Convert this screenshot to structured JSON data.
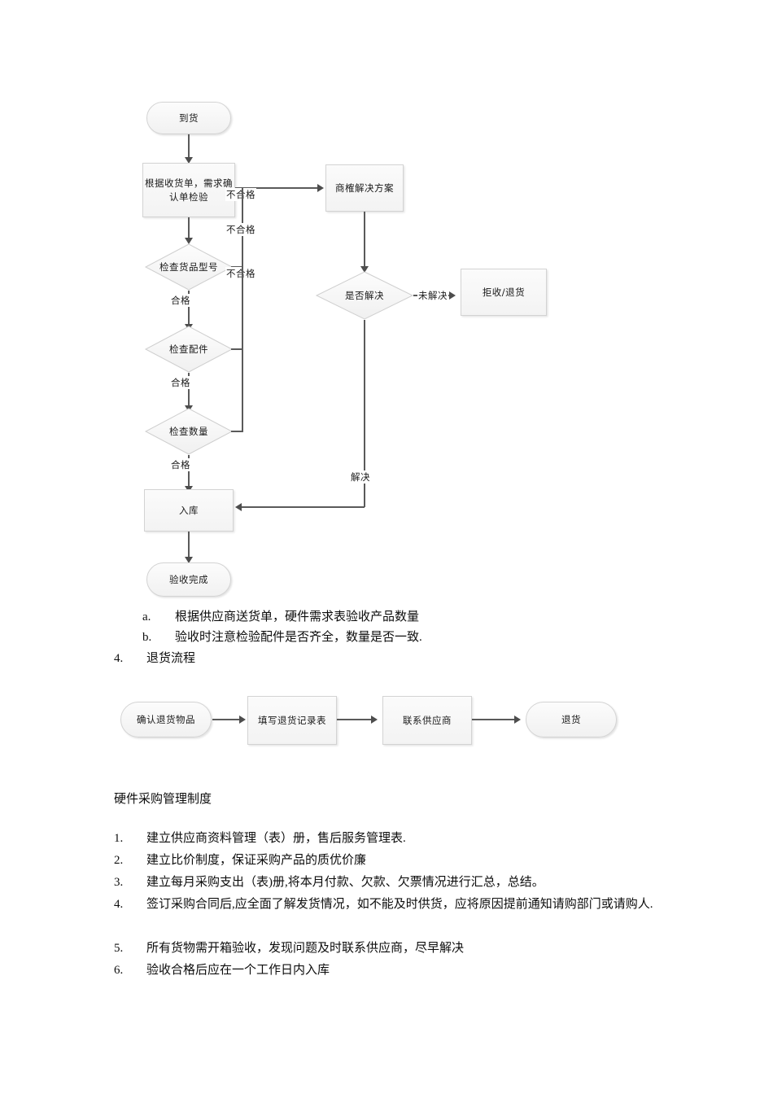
{
  "document": {
    "receiving_flowchart": {
      "name": "hardware-receiving-inspection-flowchart",
      "nodes": {
        "arrival": "到货",
        "inspect_by_docs": "根据收货单，需求确认单检验",
        "check_model": "检查货品型号",
        "check_parts": "检查配件",
        "check_qty": "检查数量",
        "warehouse_in": "入库",
        "accept_done": "验收完成",
        "negotiate": "商榷解决方案",
        "is_resolved": "是否解决",
        "reject_return": "拒收/退货"
      },
      "edge_labels": {
        "fail_1": "不合格",
        "fail_2": "不合格",
        "fail_3": "不合格",
        "pass_1": "合格",
        "pass_2": "合格",
        "pass_3": "合格",
        "unresolved": "未解决",
        "resolved": "解决"
      }
    },
    "sublist": [
      {
        "marker": "a.",
        "text": "根据供应商送货单，硬件需求表验收产品数量"
      },
      {
        "marker": "b.",
        "text": "验收时注意检验配件是否齐全，数量是否一致."
      }
    ],
    "section_item": {
      "marker": "4.",
      "text": "退货流程"
    },
    "return_flowchart": {
      "name": "return-process-flowchart",
      "nodes": {
        "confirm_goods": "确认退货物品",
        "fill_form": "填写退货记录表",
        "contact_supplier": "联系供应商",
        "return_goods": "退货"
      }
    },
    "policy_heading": "硬件采购管理制度",
    "policy_list": [
      {
        "marker": "1.",
        "text": "建立供应商资料管理（表）册，售后服务管理表."
      },
      {
        "marker": "2.",
        "text": "建立比价制度，保证采购产品的质优价廉"
      },
      {
        "marker": "3.",
        "text": "建立每月采购支出（表)册,将本月付款、欠款、欠票情况进行汇总，总结。"
      },
      {
        "marker": "4.",
        "text": "签订采购合同后,应全面了解发货情况，如不能及时供货，应将原因提前通知请购部门或请购人."
      },
      {
        "marker": "5.",
        "text": "所有货物需开箱验收，发现问题及时联系供应商，尽早解决"
      },
      {
        "marker": "6.",
        "text": "验收合格后应在一个工作日内入库"
      }
    ],
    "colors": {
      "page_background": "#ffffff",
      "node_fill_top": "#fbfbfb",
      "node_fill_bottom": "#f2f2f2",
      "node_border": "#d3d3d3",
      "connector": "#5a5a5a",
      "text": "#0d0d0d"
    }
  }
}
